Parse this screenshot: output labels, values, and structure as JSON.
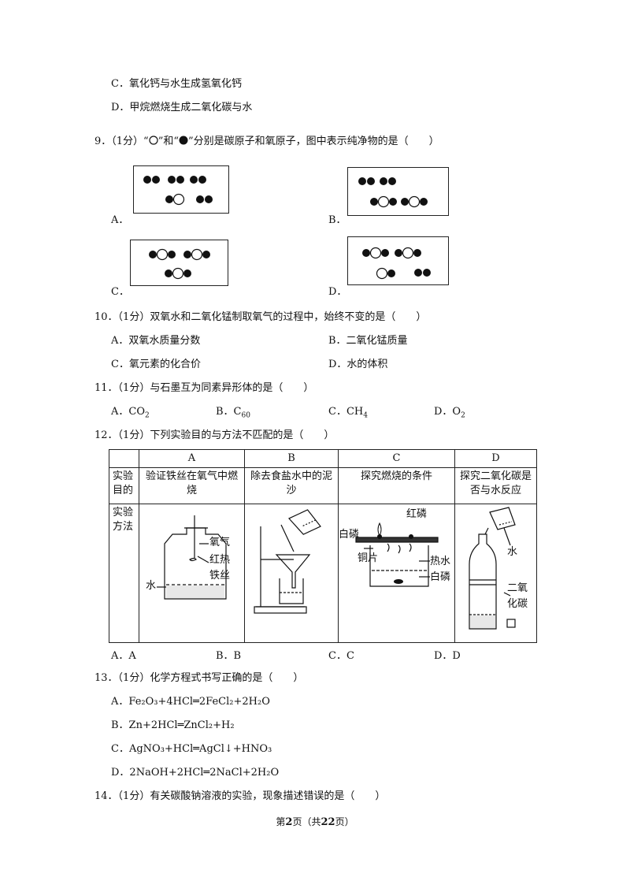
{
  "q8_options": {
    "C": "C．氧化钙与水生成氢氧化钙",
    "D": "D．甲烷燃烧生成二氧化碳与水"
  },
  "q9": {
    "prefix": "9．（1分）“",
    "mid": "”和“",
    "suffix": "”分别是碳原子和氧原子，图中表示纯净物的是（　　）",
    "label_A": "A．",
    "label_B": "B．",
    "label_C": "C．",
    "label_D": "D．"
  },
  "q10": {
    "stem": "10．（1分）双氧水和二氧化锰制取氧气的过程中，始终不变的是（　　）",
    "A": "A．双氧水质量分数",
    "B": "B．二氧化锰质量",
    "C": "C．氧元素的化合价",
    "D": "D．水的体积"
  },
  "q11": {
    "stem": "11．（1分）与石墨互为同素异形体的是（　　）",
    "A_pre": "A．CO",
    "A_sub": "2",
    "B_pre": "B．C",
    "B_sub": "60",
    "C_pre": "C．CH",
    "C_sub": "4",
    "D_pre": "D．O",
    "D_sub": "2"
  },
  "q12": {
    "stem": "12．（1分）下列实验目的与方法不匹配的是（　　）",
    "col_headers": [
      "A",
      "B",
      "C",
      "D"
    ],
    "row1_label": "实验目的",
    "row1": [
      "验证铁丝在氧气中燃烧",
      "除去食盐水中的泥沙",
      "探究燃烧的条件",
      "探究二氧化碳是否与水反应"
    ],
    "row2_label": "实验方法",
    "figA": {
      "oxygen": "氧气",
      "red_hot": "红热",
      "iron_wire": "铁丝",
      "water": "水"
    },
    "figC": {
      "red_p": "红磷",
      "white_p_top": "白磷",
      "copper": "铜片",
      "hot_water": "热水",
      "white_p_bottom": "白磷"
    },
    "figD": {
      "water": "水",
      "co2_1": "二氧",
      "co2_2": "化碳"
    },
    "answers": [
      "A．A",
      "B．B",
      "C．C",
      "D．D"
    ]
  },
  "q13": {
    "stem": "13．（1分）化学方程式书写正确的是（　　）",
    "options": [
      "A．Fe₂O₃+4HCl═2FeCl₂+2H₂O",
      "B．Zn+2HCl═ZnCl₂+H₂",
      "C．AgNO₃+HCl═AgCl↓+HNO₃",
      "D．2NaOH+2HCl═2NaCl+2H₂O"
    ]
  },
  "q14": {
    "stem": "14．（1分）有关碳酸钠溶液的实验，现象描述错误的是（　　）"
  },
  "footer": {
    "pre": "第",
    "page": "2",
    "mid": "页（共",
    "total": "22",
    "post": "页）"
  }
}
